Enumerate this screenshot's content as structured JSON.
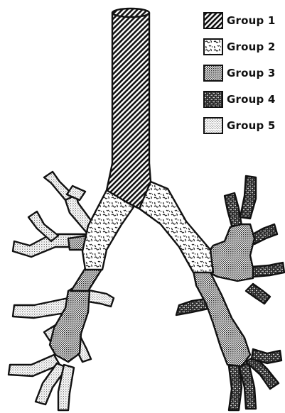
{
  "legend": {
    "items": [
      {
        "label": "Group 1",
        "pattern": "diagonal-hatch"
      },
      {
        "label": "Group 2",
        "pattern": "squiggle"
      },
      {
        "label": "Group 3",
        "pattern": "dense-dots"
      },
      {
        "label": "Group 4",
        "pattern": "dark-speckle"
      },
      {
        "label": "Group 5",
        "pattern": "light-dots"
      }
    ]
  },
  "colors": {
    "ink": "#111111",
    "paper": "#ffffff"
  }
}
